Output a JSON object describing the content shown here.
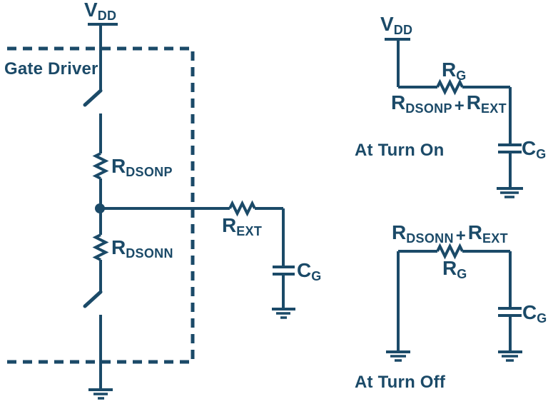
{
  "colors": {
    "circuit": "#1b4a68",
    "background": "#ffffff"
  },
  "left_circuit": {
    "vdd": {
      "main": "V",
      "sub": "DD"
    },
    "box_label": "Gate Driver",
    "r_dsonp": {
      "main": "R",
      "sub": "DSONP"
    },
    "r_dsonn": {
      "main": "R",
      "sub": "DSONN"
    },
    "r_ext": {
      "main": "R",
      "sub": "EXT"
    },
    "c_g": {
      "main": "C",
      "sub": "G"
    }
  },
  "turn_on_circuit": {
    "vdd": {
      "main": "V",
      "sub": "DD"
    },
    "r_g": {
      "main": "R",
      "sub": "G"
    },
    "formula": {
      "r1_main": "R",
      "r1_sub": "DSONP",
      "plus": "+",
      "r2_main": "R",
      "r2_sub": "EXT"
    },
    "c_g": {
      "main": "C",
      "sub": "G"
    },
    "caption": "At Turn On"
  },
  "turn_off_circuit": {
    "formula": {
      "r1_main": "R",
      "r1_sub": "DSONN",
      "plus": "+",
      "r2_main": "R",
      "r2_sub": "EXT"
    },
    "r_g": {
      "main": "R",
      "sub": "G"
    },
    "c_g": {
      "main": "C",
      "sub": "G"
    },
    "caption": "At Turn Off"
  }
}
